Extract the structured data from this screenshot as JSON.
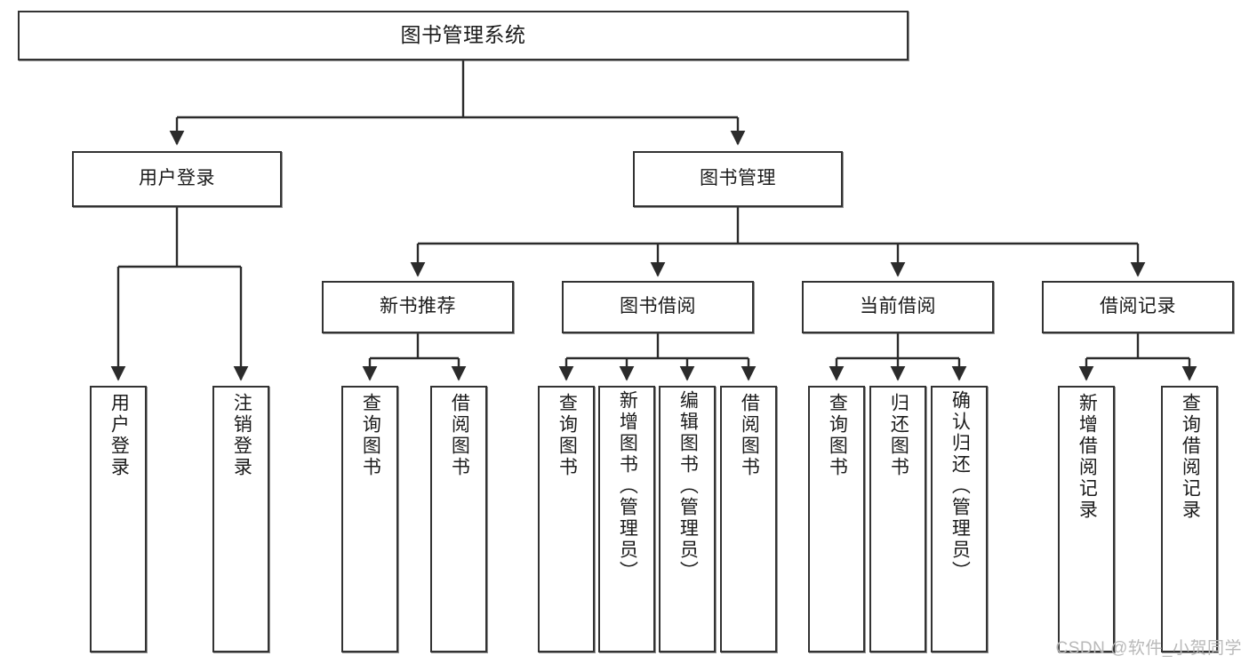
{
  "diagram": {
    "type": "tree-hierarchy",
    "title": "图书管理系统",
    "watermark": "CSDN @软件_小贺同学",
    "colors": {
      "box_border": "#333333",
      "box_fill": "#ffffff",
      "connector": "#2b2b2b",
      "text": "#1b1b1b",
      "watermark": "#b9b9b9",
      "background": "#ffffff"
    },
    "root": {
      "label": "图书管理系统"
    },
    "level2": [
      {
        "label": "用户登录"
      },
      {
        "label": "图书管理"
      }
    ],
    "level3": [
      {
        "label": "新书推荐"
      },
      {
        "label": "图书借阅"
      },
      {
        "label": "当前借阅"
      },
      {
        "label": "借阅记录"
      }
    ],
    "leaves": {
      "user_login": [
        {
          "label": "用户登录"
        },
        {
          "label": "注销登录"
        }
      ],
      "new_book_recommend": [
        {
          "label": "查询图书"
        },
        {
          "label": "借阅图书"
        }
      ],
      "book_borrow": [
        {
          "label": "查询图书"
        },
        {
          "label": "新增图书（管理员）"
        },
        {
          "label": "编辑图书（管理员）"
        },
        {
          "label": "借阅图书"
        }
      ],
      "current_borrow": [
        {
          "label": "查询图书"
        },
        {
          "label": "归还图书"
        },
        {
          "label": "确认归还（管理员）"
        }
      ],
      "borrow_record": [
        {
          "label": "新增借阅记录"
        },
        {
          "label": "查询借阅记录"
        }
      ]
    }
  }
}
